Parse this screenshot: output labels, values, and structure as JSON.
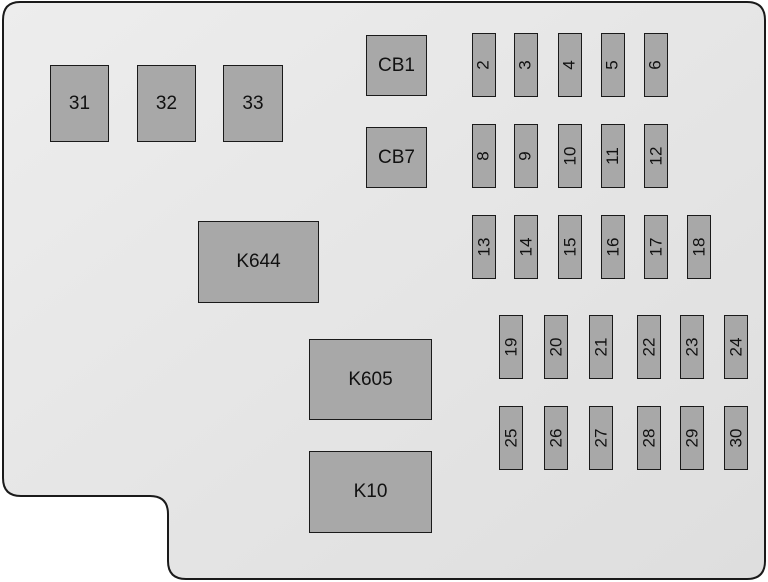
{
  "panel": {
    "background": "#e9e9e9",
    "component_fill": "#a8a8a8",
    "outline": "#1a1a1a"
  },
  "relays": [
    "31",
    "32",
    "33",
    "CB1",
    "CB7",
    "K644",
    "K605",
    "K10"
  ],
  "fuses": {
    "row1": [
      "2",
      "3",
      "4",
      "5",
      "6"
    ],
    "row2": [
      "8",
      "9",
      "10",
      "11",
      "12"
    ],
    "row3": [
      "13",
      "14",
      "15",
      "16",
      "17",
      "18"
    ],
    "row4": [
      "19",
      "20",
      "21",
      "22",
      "23",
      "24"
    ],
    "row5": [
      "25",
      "26",
      "27",
      "28",
      "29",
      "30"
    ]
  }
}
